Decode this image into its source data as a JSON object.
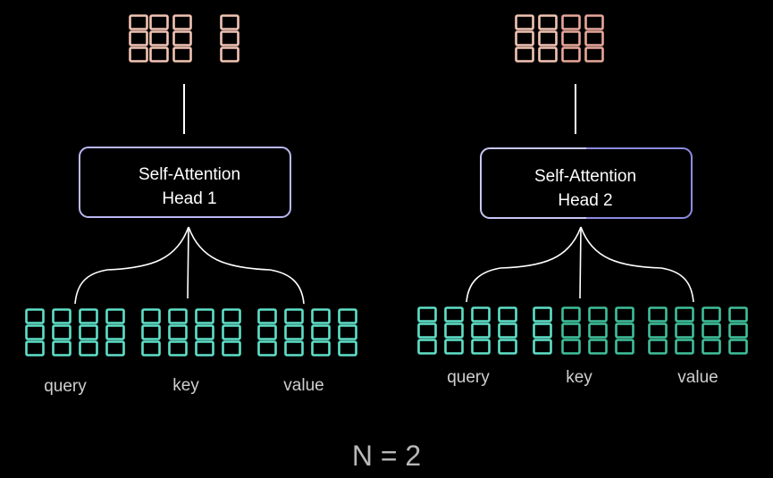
{
  "colors": {
    "background": "#000000",
    "output_cell": "#f2c4b4",
    "output_cell_alt": "#e8a79a",
    "head_box_border": "#b9b8f2",
    "head_box_border_alt": "#8c8ce0",
    "qkv_cell": "#5fe0c8",
    "qkv_cell_alt": "#3fbf9a",
    "connector": "#ffffff",
    "label": "#cfcfcf"
  },
  "heads": [
    {
      "title_line1": "Self-Attention",
      "title_line2": "Head 1",
      "labels": {
        "query": "query",
        "key": "key",
        "value": "value"
      }
    },
    {
      "title_line1": "Self-Attention",
      "title_line2": "Head 2",
      "labels": {
        "query": "query",
        "key": "key",
        "value": "value"
      }
    }
  ],
  "footer": "N = 2"
}
